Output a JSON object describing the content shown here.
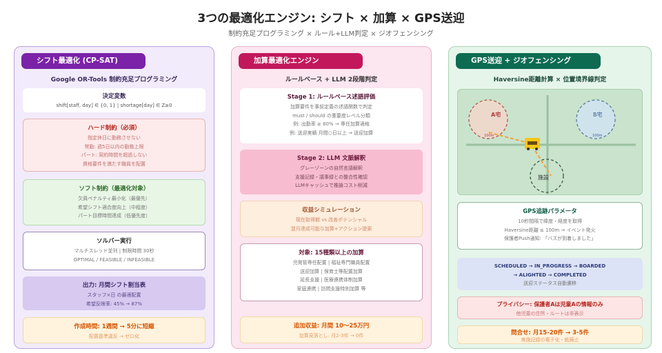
{
  "title": "3つの最適化エンジン: シフト × 加算 × GPS送迎",
  "subtitle": "制約充足プログラミング × ルール+LLM判定 × ジオフェンシング",
  "columns": [
    {
      "header": "シフト最適化 (CP-SAT)",
      "subheader": "Google OR-Tools 制約充足プログラミング",
      "color": "#7b22a8",
      "boxes": [
        {
          "title": "決定変数",
          "lines": [
            "shift[staff, day] ∈ {0, 1} | shortage[day] ∈ Z≥0"
          ]
        },
        {
          "title": "ハード制約（必須）",
          "lines": [
            "指定休日に勤務させない",
            "常勤: 週5日以内の勤務上限",
            "パート: 契約時間を超過しない",
            "資格要件を満たす職員を配置"
          ]
        },
        {
          "title": "ソフト制約（最適化対象）",
          "lines": [
            "欠員ペナルティ最小化（最優先）",
            "希望シフト適合度向上（中程度）",
            "パート目標時間達成（低優先度）"
          ]
        },
        {
          "title": "ソルバー実行",
          "lines": [
            "マルチスレッド並列 | 制限時間 30秒",
            "OPTIMAL / FEASIBLE / INFEASIBLE"
          ]
        },
        {
          "title": "出力: 月間シフト割当表",
          "lines": [
            "スタッフ×日 の最適配置",
            "希望反映率: 45% → 87%"
          ]
        },
        {
          "title": "作成時間: 1週間 → 5分に短縮",
          "lines": [
            "配置基準違反 → ゼロ化"
          ]
        }
      ]
    },
    {
      "header": "加算最適化エンジン",
      "subheader": "ルールベース + LLM 2段階判定",
      "color": "#c2185b",
      "boxes": [
        {
          "title": "Stage 1: ルールベース述語評価",
          "lines": [
            "加算要件を事前定義の述語関数で判定",
            "must / should の重要度レベル分類",
            "例: 出勤率 ≥ 80% → 専任加算適格",
            "例: 送迎実績 月間○日以上 → 送迎加算"
          ]
        },
        {
          "title": "Stage 2: LLM 文脈解釈",
          "lines": [
            "グレーゾーンの自然言語解釈",
            "支援記録・議事録との整合性確認",
            "LLMキャッシュで推論コスト削減"
          ]
        },
        {
          "title": "収益シミュレーション",
          "lines": [
            "現在取得額 vs 改善ポテンシャル",
            "翌月達成可能な加算+アクション提案"
          ]
        },
        {
          "title": "対象: 15種類以上の加算",
          "lines": [
            "児発管専任配置 | 福祉専門職員配置",
            "送迎加算 | 保育士等配置加算",
            "延長支援 | 医療連携体制加算",
            "家庭連携 | 訪問支援特別加算 等"
          ]
        },
        {
          "title": "追加収益: 月間 10〜25万円",
          "lines": [
            "加算見落とし: 月2-3件 → 0件"
          ]
        }
      ]
    },
    {
      "header": "GPS送迎 + ジオフェンシング",
      "subheader": "Haversine距離計算 × 位置境界線判定",
      "color": "#0d6b52",
      "map": {
        "home_a": "A宅",
        "home_b": "B宅",
        "facility": "施設",
        "radius_label": "100m"
      },
      "boxes": [
        {
          "title": "GPS追跡パラメータ",
          "lines": [
            "10秒間隔で緯度・経度を取得",
            "Haversine距離 ≤ 100m → イベント発火",
            "保護者Push通知: 「バスが到着しました」"
          ]
        },
        {
          "title": "",
          "lines": [
            "SCHEDULED → IN_PROGRESS → BOARDED",
            "→ ALIGHTED → COMPLETED",
            "送迎ステータス自動遷移"
          ]
        },
        {
          "title": "プライバシー: 保護者Aは児童Aの情報のみ",
          "lines": [
            "他児童の住所・ルートは非表示"
          ]
        },
        {
          "title": "問合せ: 月15-20件 → 3-5件",
          "lines": [
            "実施記録の電子化・紙廃止"
          ]
        }
      ]
    }
  ]
}
